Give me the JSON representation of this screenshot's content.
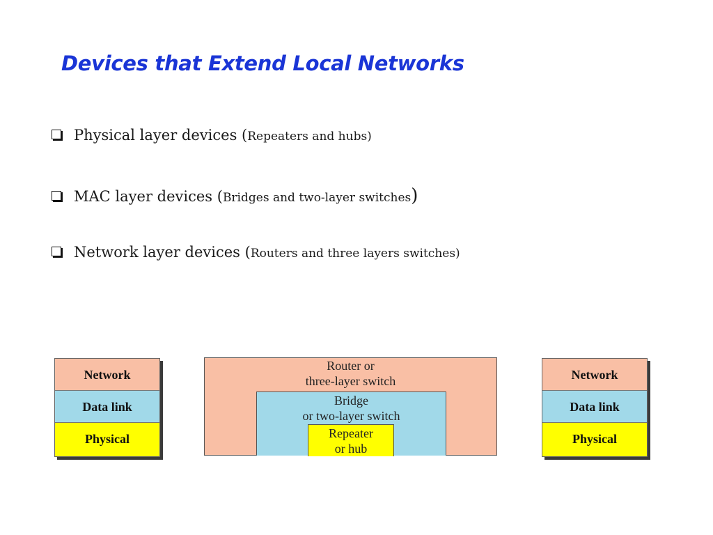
{
  "slide": {
    "title": "Devices that Extend Local Networks",
    "bullets": [
      {
        "main": "Physical layer devices (",
        "detail": "Repeaters and hubs)",
        "close": ""
      },
      {
        "main": "MAC layer devices  (",
        "detail": "Bridges and two-layer switches",
        "close": ")"
      },
      {
        "main": "Network layer devices (",
        "detail": "Routers and three layers switches)",
        "close": ""
      }
    ]
  },
  "diagram": {
    "left_stack": [
      "Network",
      "Data link",
      "Physical"
    ],
    "right_stack": [
      "Network",
      "Data link",
      "Physical"
    ],
    "router": {
      "line1": "Router or",
      "line2": "three-layer switch"
    },
    "bridge": {
      "line1": "Bridge",
      "line2": "or two-layer switch"
    },
    "repeater": {
      "line1": "Repeater",
      "line2": "or hub"
    },
    "colors": {
      "network": "#f9bfa5",
      "datalink": "#a1d9e9",
      "physical": "#ffff00",
      "title": "#1a35d6"
    }
  }
}
